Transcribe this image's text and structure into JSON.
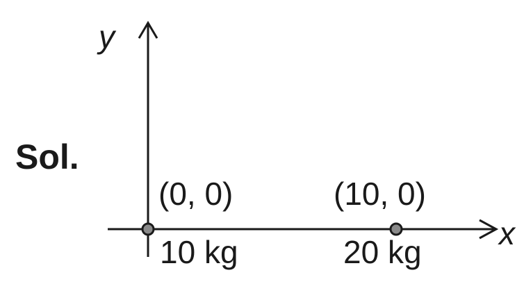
{
  "label": "Sol.",
  "axes": {
    "x_label": "x",
    "y_label": "y"
  },
  "points": [
    {
      "coordinates": "(0, 0)",
      "mass": "10 kg"
    },
    {
      "coordinates": "(10, 0)",
      "mass": "20 kg"
    }
  ],
  "colors": {
    "ink": "#1a1a1a",
    "point_fill": "#8a8a8a",
    "background": "#ffffff"
  }
}
